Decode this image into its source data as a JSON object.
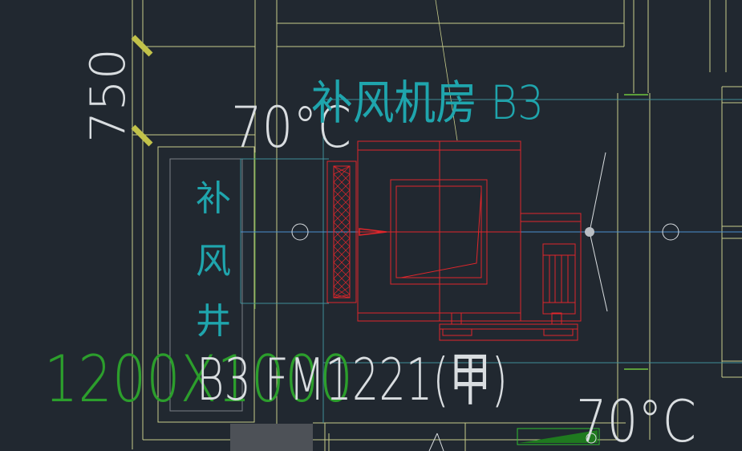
{
  "drawing": {
    "dimension_text": "750",
    "room_label": "补风机房 B3",
    "shaft_label_chars": [
      "补",
      "风",
      "井"
    ],
    "shaft_size_text": "1200X1000",
    "door_label": "B3 FM1221(甲)",
    "damper_temp_left": "70°C",
    "damper_temp_right": "70°C"
  },
  "colors": {
    "background": "#212830",
    "wall": "#c7cc8a",
    "equipment": "#e0262b",
    "duct": "#5fb3c4",
    "cyan_text": "#1fa5ad",
    "green_text": "#2c9e2c",
    "white_text": "#d9dde0",
    "dimension_tick": "#c2c24a",
    "gray": "#b9bec4"
  }
}
